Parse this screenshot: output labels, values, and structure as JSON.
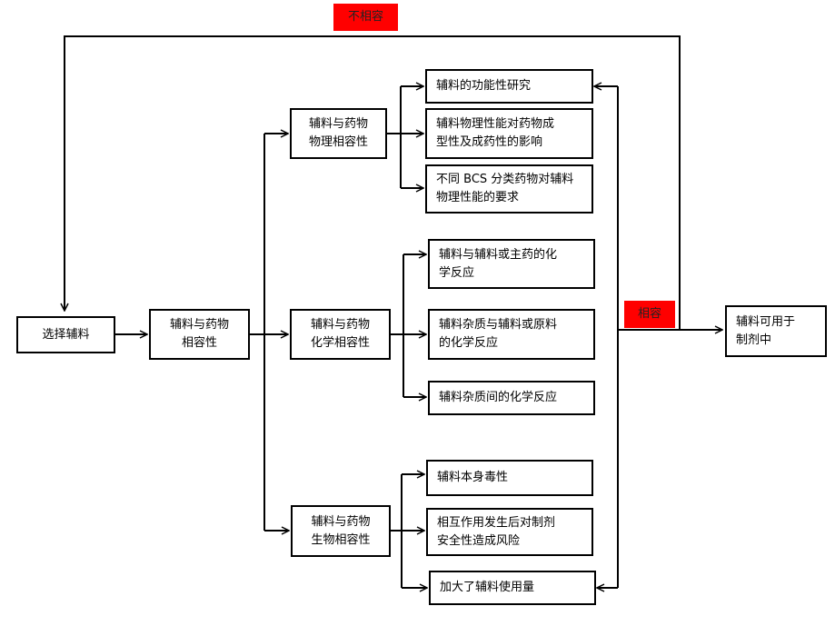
{
  "labels": {
    "incompatible": "不相容",
    "compatible": "相容"
  },
  "nodes": {
    "select": "选择辅料",
    "compat": [
      "辅料与药物",
      "相容性"
    ],
    "physical": [
      "辅料与药物",
      "物理相容性"
    ],
    "chemical": [
      "辅料与药物",
      "化学相容性"
    ],
    "biological": [
      "辅料与药物",
      "生物相容性"
    ],
    "usable": [
      "辅料可用于",
      "制剂中"
    ]
  },
  "items": {
    "physical": [
      [
        "辅料的功能性研究"
      ],
      [
        "辅料物理性能对药物成",
        "型性及成药性的影响"
      ],
      [
        "不同 BCS 分类药物对辅料",
        "物理性能的要求"
      ]
    ],
    "chemical": [
      [
        "辅料与辅料或主药的化",
        "学反应"
      ],
      [
        "辅料杂质与辅料或原料",
        "的化学反应"
      ],
      [
        "辅料杂质间的化学反应"
      ]
    ],
    "biological": [
      [
        "辅料本身毒性"
      ],
      [
        "相互作用发生后对制剂",
        "安全性造成风险"
      ],
      [
        "加大了辅料使用量"
      ]
    ]
  },
  "colors": {
    "tag": "#ff0000",
    "line": "#000000"
  }
}
